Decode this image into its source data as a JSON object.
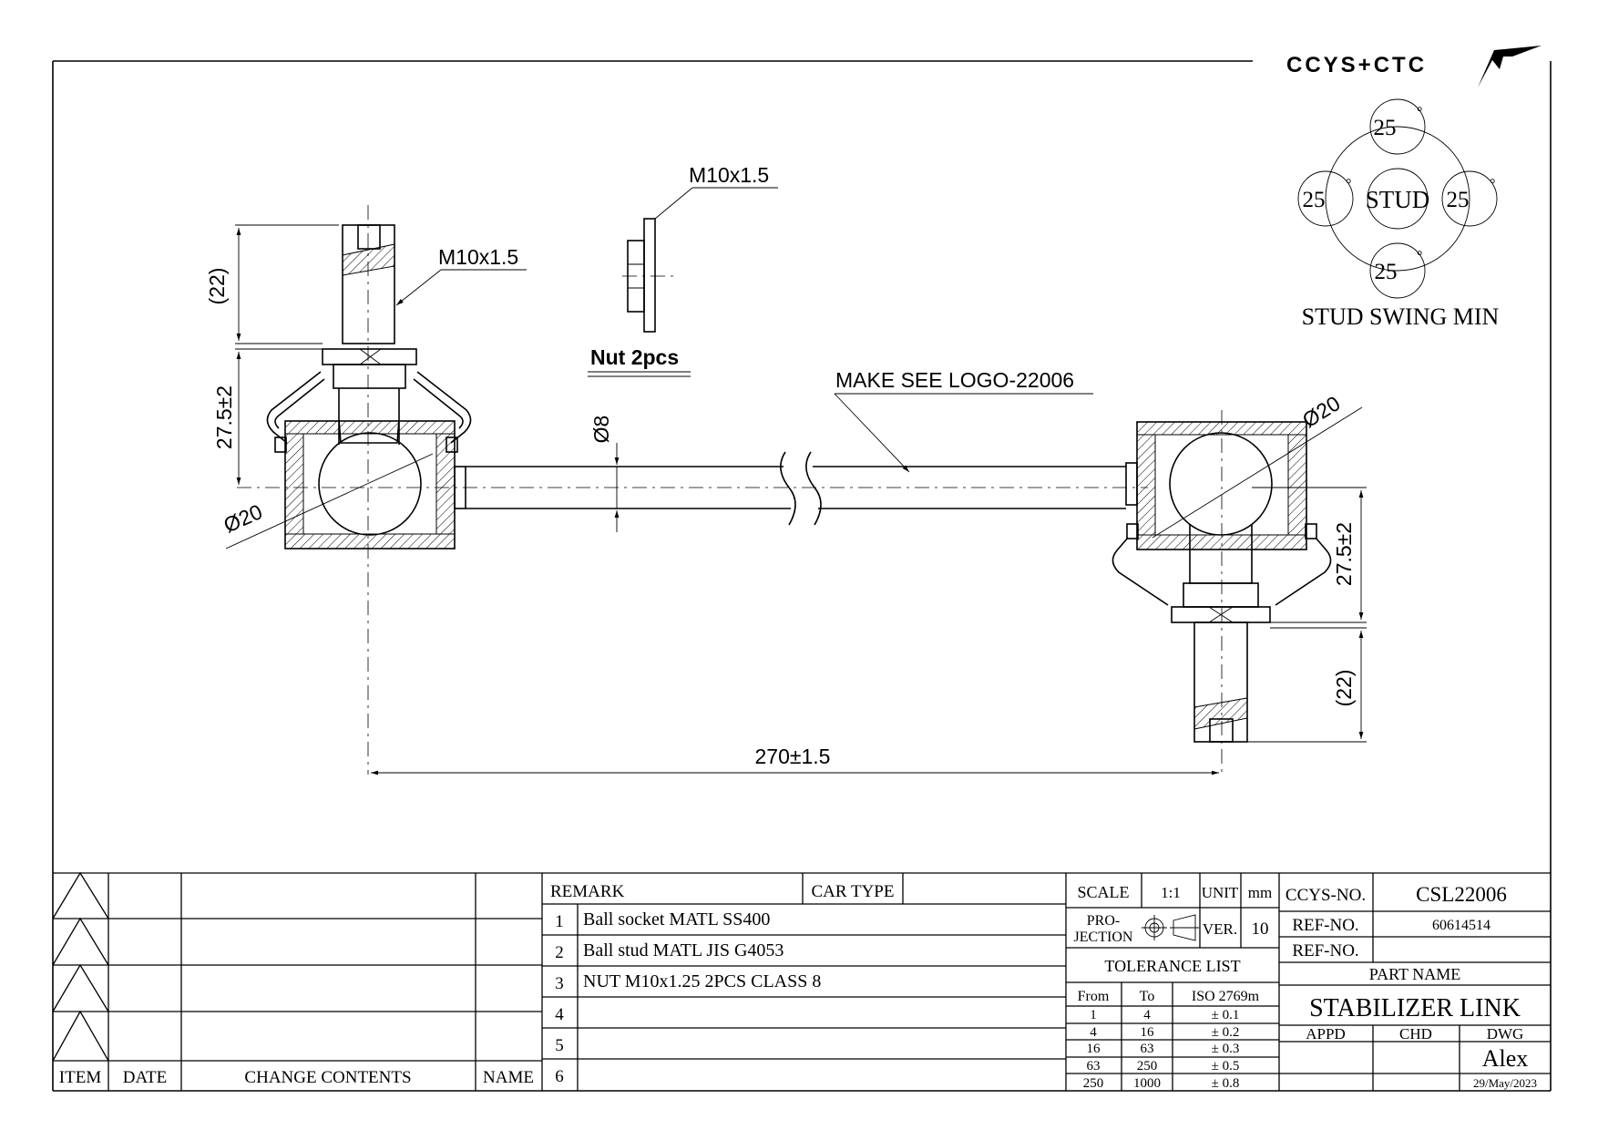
{
  "logo": {
    "text": "CCYS+CTC"
  },
  "stud_swing": {
    "caption": "STUD SWING MIN",
    "center_label": "STUD",
    "angle_top": "25",
    "angle_left": "25",
    "angle_right": "25",
    "angle_bottom": "25",
    "degree_mark": "°"
  },
  "drawing": {
    "thread_left": "M10x1.5",
    "thread_nut": "M10x1.5",
    "nut_label": "Nut 2pcs",
    "make_note": "MAKE SEE LOGO-22006",
    "dim_thread_left": "(22)",
    "dim_height_left": "27.5±2",
    "dim_ball_left": "Ø20",
    "dim_rod": "Ø8",
    "dim_ball_right": "Ø20",
    "dim_height_right": "27.5±2",
    "dim_thread_right": "(22)",
    "dim_length": "270±1.5"
  },
  "revision": {
    "headers": {
      "item": "ITEM",
      "date": "DATE",
      "change": "CHANGE CONTENTS",
      "name": "NAME"
    }
  },
  "remark": {
    "header": "REMARK",
    "car_type_label": "CAR TYPE",
    "car_type_value": "",
    "rows": [
      {
        "no": "1",
        "text": "Ball socket MATL SS400"
      },
      {
        "no": "2",
        "text": "Ball stud MATL JIS G4053"
      },
      {
        "no": "3",
        "text": "NUT M10x1.25 2PCS CLASS 8"
      },
      {
        "no": "4",
        "text": ""
      },
      {
        "no": "5",
        "text": ""
      },
      {
        "no": "6",
        "text": ""
      }
    ]
  },
  "specs": {
    "scale_label": "SCALE",
    "scale_value": "1:1",
    "unit_label": "UNIT",
    "unit_value": "mm",
    "projection_label_1": "PRO-",
    "projection_label_2": "JECTION",
    "ver_label": "VER.",
    "ver_value": "10"
  },
  "tolerance": {
    "title": "TOLERANCE LIST",
    "headers": {
      "from": "From",
      "to": "To",
      "std": "ISO 2769m"
    },
    "rows": [
      {
        "from": "1",
        "to": "4",
        "tol": "± 0.1"
      },
      {
        "from": "4",
        "to": "16",
        "tol": "± 0.2"
      },
      {
        "from": "16",
        "to": "63",
        "tol": "± 0.3"
      },
      {
        "from": "63",
        "to": "250",
        "tol": "± 0.5"
      },
      {
        "from": "250",
        "to": "1000",
        "tol": "± 0.8"
      }
    ]
  },
  "part_info": {
    "ccys_no_label": "CCYS-NO.",
    "ccys_no": "CSL22006",
    "ref_no_label": "REF-NO.",
    "ref_no": "60614514",
    "ref_no2_label": "REF-NO.",
    "ref_no2": "",
    "part_name_label": "PART NAME",
    "part_name": "STABILIZER LINK",
    "appd_label": "APPD",
    "chd_label": "CHD",
    "dwg_label": "DWG",
    "dwg_name": "Alex",
    "dwg_date": "29/May/2023"
  }
}
